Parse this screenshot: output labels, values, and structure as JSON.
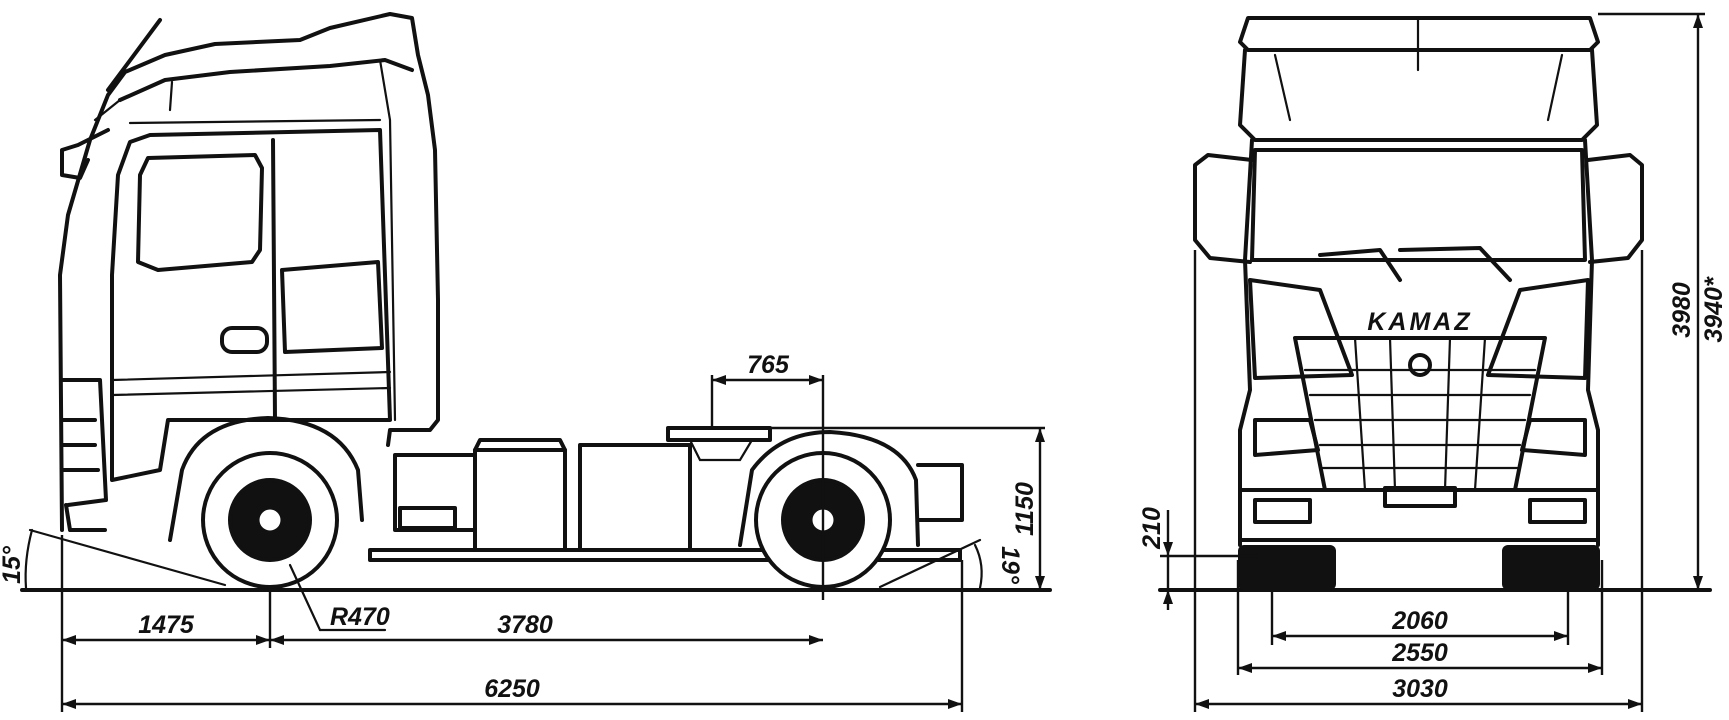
{
  "diagram": {
    "side_view": {
      "dimensions": {
        "front_overhang": "1475",
        "wheelbase": "3780",
        "overall_length": "6250",
        "fifth_wheel_offset": "765",
        "fifth_wheel_height": "1150",
        "wheel_radius": "R470",
        "approach_angle": "15°",
        "departure_angle": "19°"
      }
    },
    "front_view": {
      "brand_text": "KAMAZ",
      "dimensions": {
        "overall_height": "3980",
        "overall_height_alt": "3940*",
        "ground_clearance": "210",
        "track_rear": "2060",
        "overall_width": "2550",
        "width_mirrors": "3030"
      }
    }
  }
}
